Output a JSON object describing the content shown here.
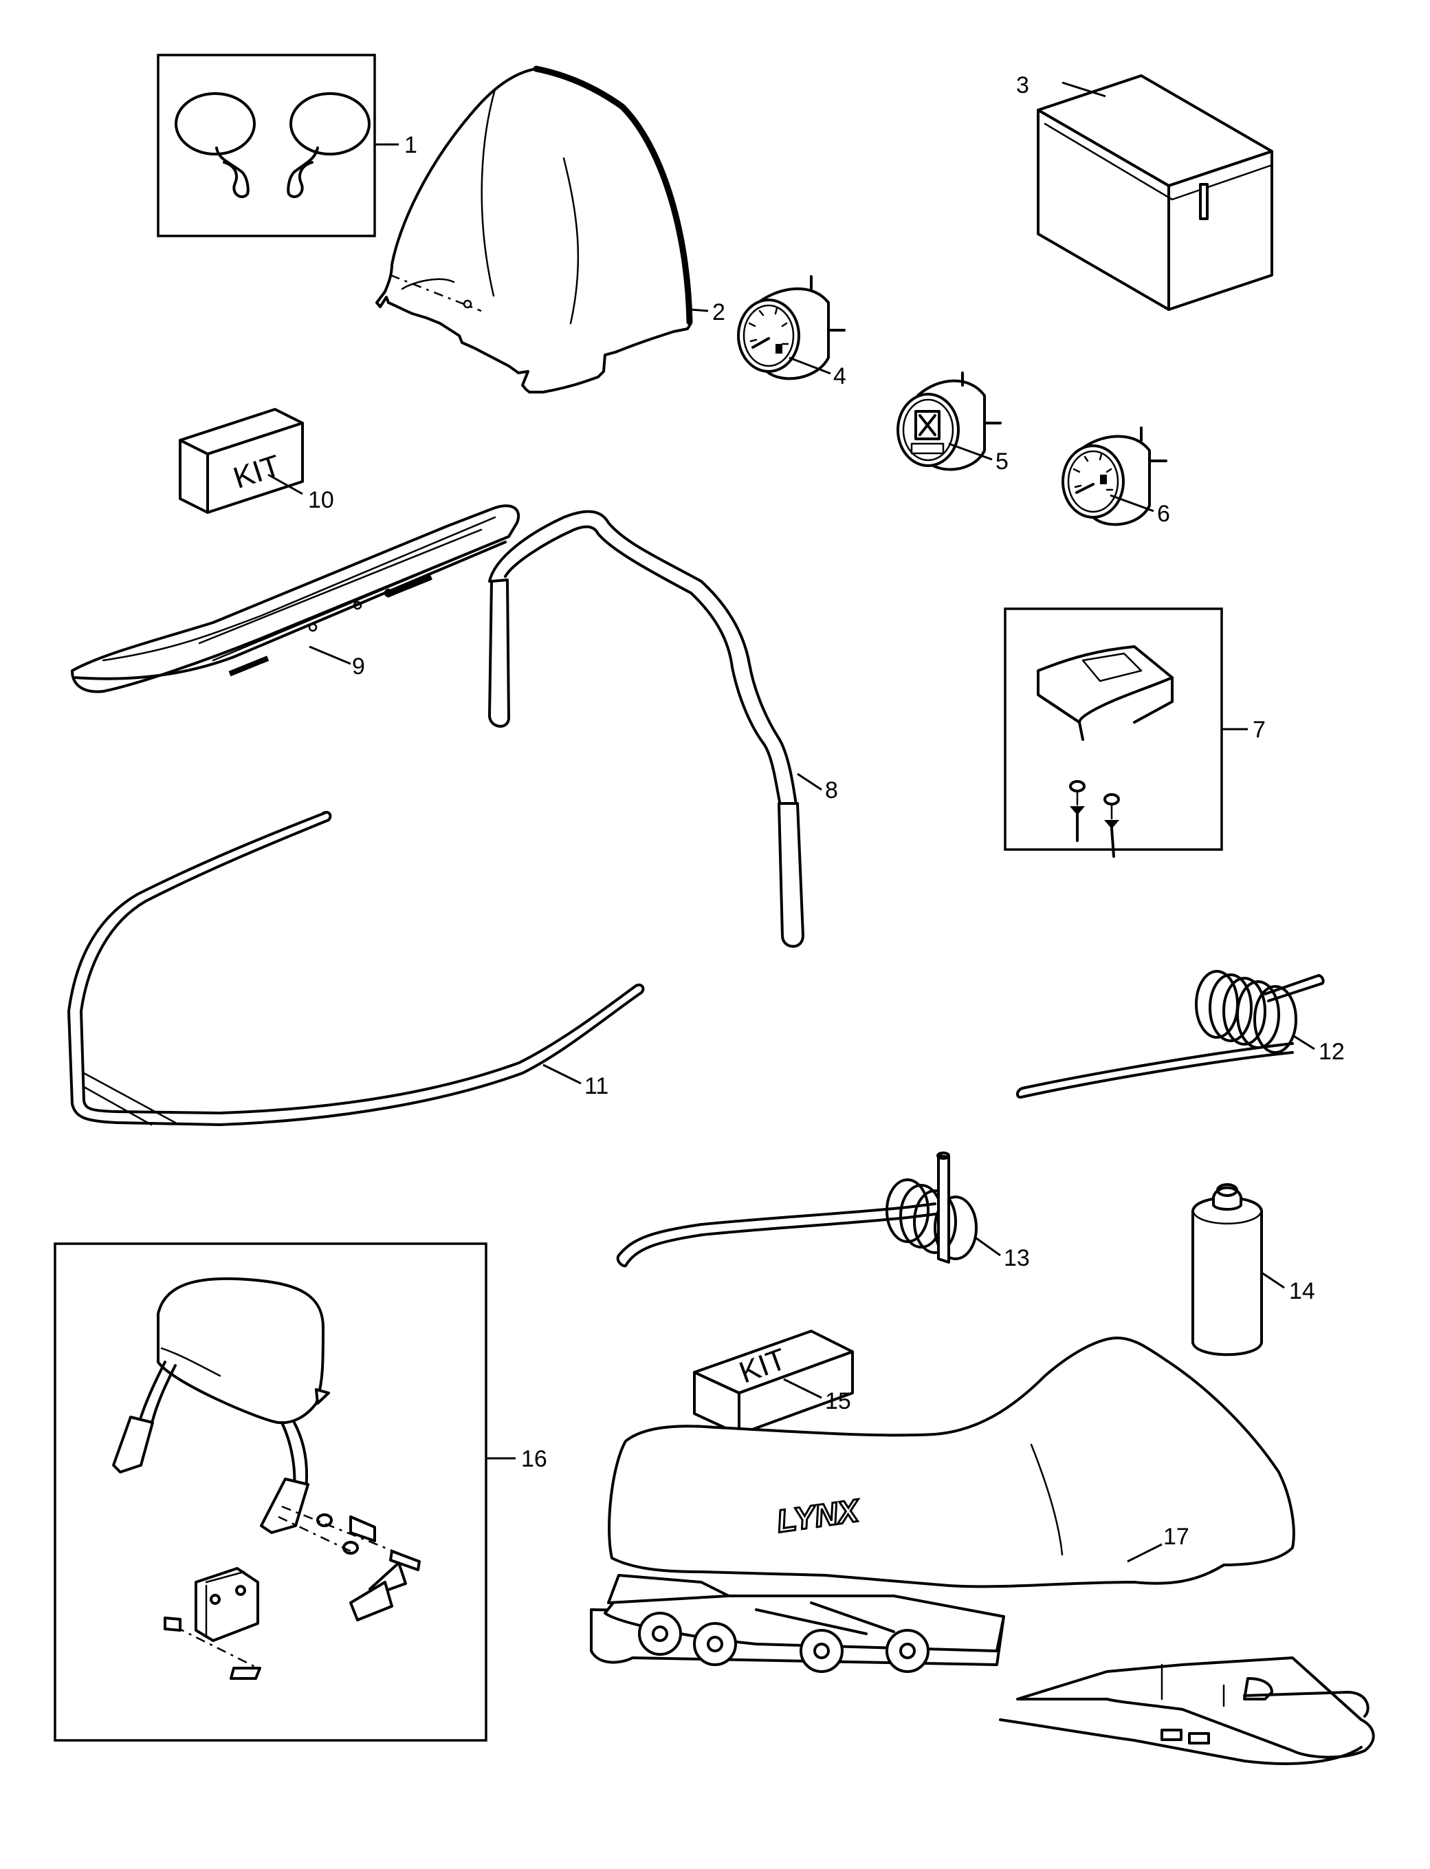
{
  "callouts": {
    "c1": "1",
    "c2": "2",
    "c3": "3",
    "c4": "4",
    "c5": "5",
    "c6": "6",
    "c7": "7",
    "c8": "8",
    "c9": "9",
    "c10": "10",
    "c11": "11",
    "c12": "12",
    "c13": "13",
    "c14": "14",
    "c15": "15",
    "c16": "16",
    "c17": "17"
  },
  "kit_label_10": "KIT",
  "kit_label_15": "KIT",
  "cover_logo": "LYNX"
}
